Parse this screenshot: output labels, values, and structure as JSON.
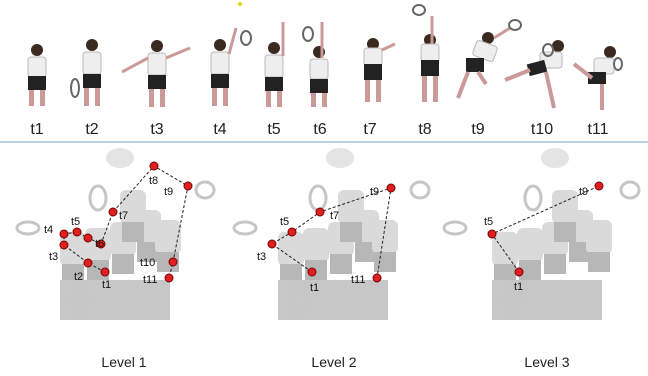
{
  "frames": {
    "labels": [
      "t1",
      "t2",
      "t3",
      "t4",
      "t5",
      "t6",
      "t7",
      "t8",
      "t9",
      "t10",
      "t11"
    ]
  },
  "panels": [
    {
      "level_label": "Level 1",
      "points": [
        "t1",
        "t2",
        "t3",
        "t4",
        "t5",
        "t6",
        "t7",
        "t8",
        "t9",
        "t10",
        "t11"
      ]
    },
    {
      "level_label": "Level 2",
      "points": [
        "t1",
        "t3",
        "t5",
        "t7",
        "t9",
        "t11"
      ]
    },
    {
      "level_label": "Level 3",
      "points": [
        "t1",
        "t5",
        "t9"
      ]
    }
  ],
  "colors": {
    "keypoint_fill": "#e02020",
    "keypoint_stroke": "#7a0000",
    "divider": "#a9c3d9",
    "ghost_figure": "#8b8b8b"
  }
}
